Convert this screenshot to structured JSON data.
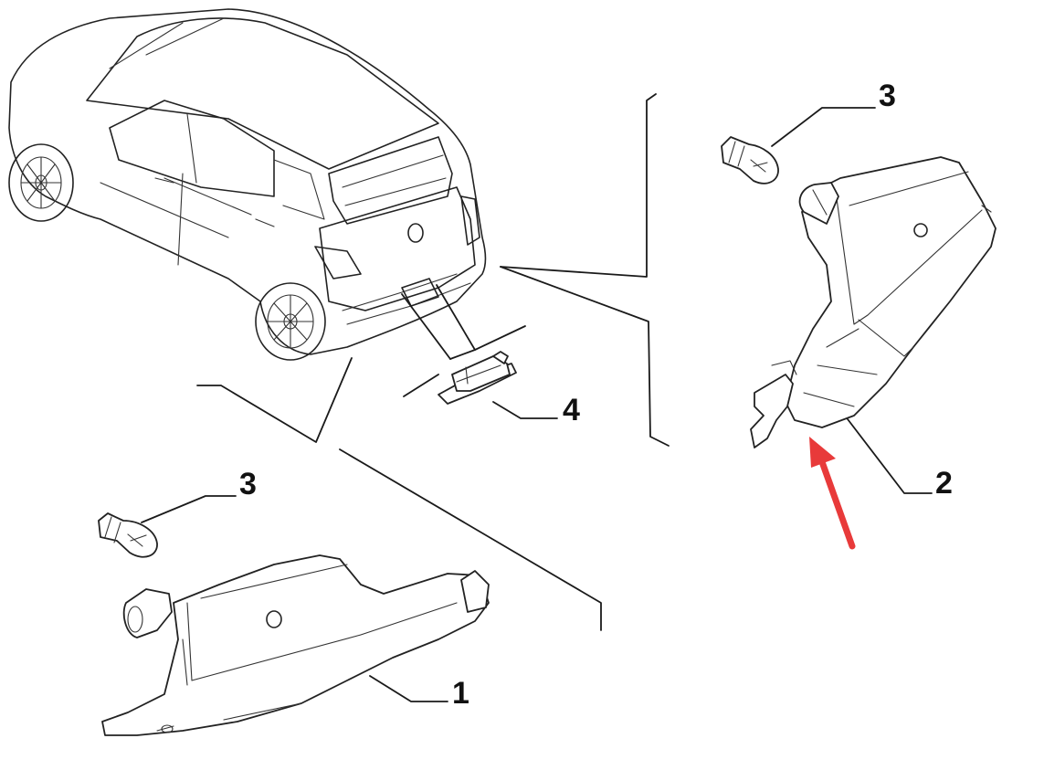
{
  "callouts": {
    "c1": "1",
    "c2": "2",
    "c3a": "3",
    "c3b": "3",
    "c4": "4"
  },
  "colors": {
    "line": "#222222",
    "background": "#ffffff",
    "arrow": "#e83a3a"
  },
  "icons": [
    "car-drawing",
    "rear-lamp-right",
    "rear-lamp-left",
    "bulb",
    "licence-plate-lamp",
    "red-arrow"
  ]
}
